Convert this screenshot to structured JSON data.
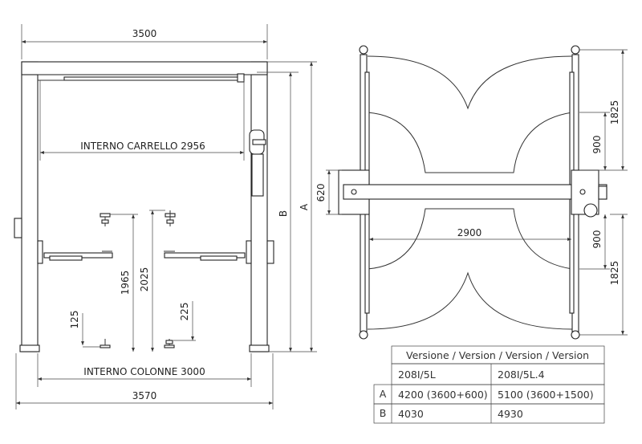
{
  "front_view": {
    "dims": {
      "overall_top": "3500",
      "overall_bottom": "3570",
      "inner_carriage": "INTERNO CARRELLO 2956",
      "inner_columns": "INTERNO COLONNE 3000",
      "height_A": "A",
      "height_B": "B",
      "h_1965": "1965",
      "h_2025": "2025",
      "h_125": "125",
      "h_225": "225"
    }
  },
  "top_view": {
    "dims": {
      "d_1825_top": "1825",
      "d_900_top": "900",
      "d_620": "620",
      "d_2900": "2900",
      "d_900_bottom": "900",
      "d_1825_bottom": "1825"
    }
  },
  "table": {
    "header": "Versione / Version / Version / Version",
    "models": [
      "208I/5L",
      "208I/5L.4"
    ],
    "rows": [
      {
        "label": "A",
        "values": [
          "4200 (3600+600)",
          "5100 (3600+1500)"
        ]
      },
      {
        "label": "B",
        "values": [
          "4030",
          "4930"
        ]
      }
    ]
  }
}
